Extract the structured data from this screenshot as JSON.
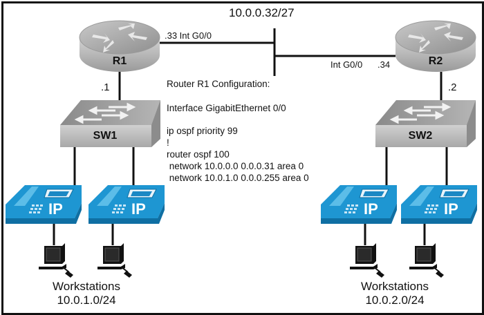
{
  "title": "OSPF network topology with R1 configuration",
  "links": {
    "wan_subnet": "10.0.0.32/27",
    "r1_interface": ".33 Int G0/0",
    "r2_interface": "Int G0/0",
    "r2_address": ".34",
    "r1_lan_address": ".1",
    "r2_lan_address": ".2"
  },
  "devices": {
    "r1": {
      "name": "R1",
      "type": "router"
    },
    "r2": {
      "name": "R2",
      "type": "router"
    },
    "sw1": {
      "name": "SW1",
      "type": "switch"
    },
    "sw2": {
      "name": "SW2",
      "type": "switch"
    },
    "phones": [
      {
        "label": "IP"
      },
      {
        "label": "IP"
      },
      {
        "label": "IP"
      },
      {
        "label": "IP"
      }
    ]
  },
  "config": {
    "heading": "Router R1 Configuration:",
    "lines": [
      "Interface GigabitEthernet 0/0",
      "ip ospf priority 99",
      "!",
      "router ospf 100",
      " network 10.0.0.0 0.0.0.31 area 0",
      " network 10.0.1.0 0.0.0.255 area 0"
    ]
  },
  "workstations": {
    "left": {
      "label": "Workstations",
      "subnet": "10.0.1.0/24"
    },
    "right": {
      "label": "Workstations",
      "subnet": "10.0.2.0/24"
    }
  },
  "colors": {
    "phone": "#1e96d2",
    "phone_dark": "#0f6fa3",
    "router": "#b8b8b8",
    "switch": "#b0b0b0",
    "line": "#111111"
  }
}
